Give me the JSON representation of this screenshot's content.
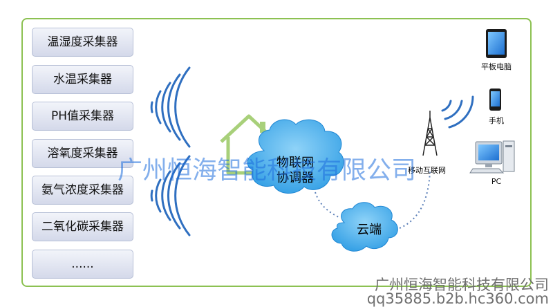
{
  "collectors": [
    "温湿度采集器",
    "水温采集器",
    "PH值采集器",
    "溶氧度采集器",
    "氨气浓度采集器",
    "二氧化碳采集器",
    "......"
  ],
  "coordinator": {
    "line1": "物联网",
    "line2": "协调器"
  },
  "cloud": {
    "label": "云端"
  },
  "tower": {
    "label": "移动互联网"
  },
  "devices": {
    "tablet": "平板电脑",
    "phone": "手机",
    "pc": "PC"
  },
  "watermark": "广州恒海智能科技有限公司",
  "credit": {
    "company": "广州恒海智能科技有限公司",
    "site": "qq35885.b2b.hc360.com"
  },
  "colors": {
    "frame": "#8cc152",
    "wave": "#2f6fc0",
    "cloud": "#4fb0ec",
    "house": "#a8d07a"
  }
}
